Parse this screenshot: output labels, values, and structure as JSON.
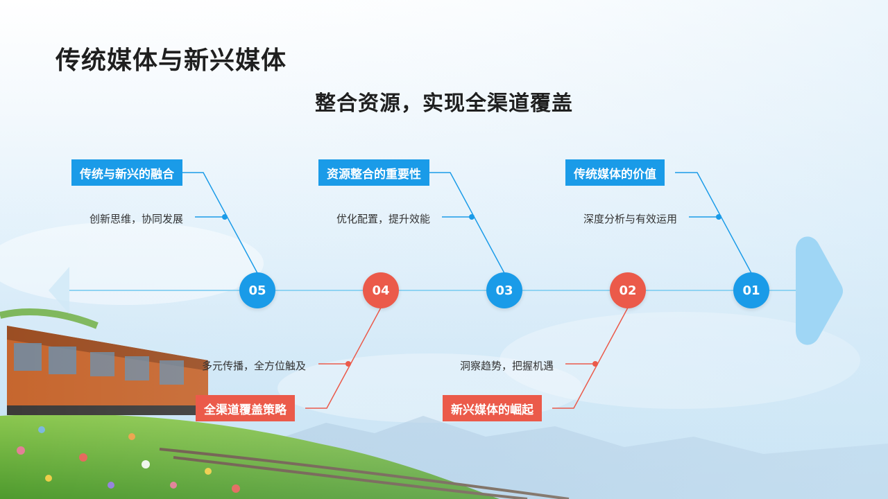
{
  "page": {
    "title": "传统媒体与新兴媒体",
    "subtitle": "整合资源，实现全渠道覆盖"
  },
  "colors": {
    "blue": "#1a9be8",
    "red": "#eb5a4a",
    "spine": "#8fd3f2",
    "arrow": "#9fd6f5"
  },
  "icons": [
    "fishbone-arrow-head",
    "fishbone-arrow-tail"
  ],
  "steps": [
    {
      "num": "01",
      "title": "传统媒体的价值",
      "desc": "深度分析与有效运用",
      "color": "blue",
      "side": "top"
    },
    {
      "num": "02",
      "title": "新兴媒体的崛起",
      "desc": "洞察趋势，把握机遇",
      "color": "red",
      "side": "bottom"
    },
    {
      "num": "03",
      "title": "资源整合的重要性",
      "desc": "优化配置，提升效能",
      "color": "blue",
      "side": "top"
    },
    {
      "num": "04",
      "title": "全渠道覆盖策略",
      "desc": "多元传播，全方位触及",
      "color": "red",
      "side": "bottom"
    },
    {
      "num": "05",
      "title": "传统与新兴的融合",
      "desc": "创新思维，协同发展",
      "color": "blue",
      "side": "top"
    }
  ]
}
